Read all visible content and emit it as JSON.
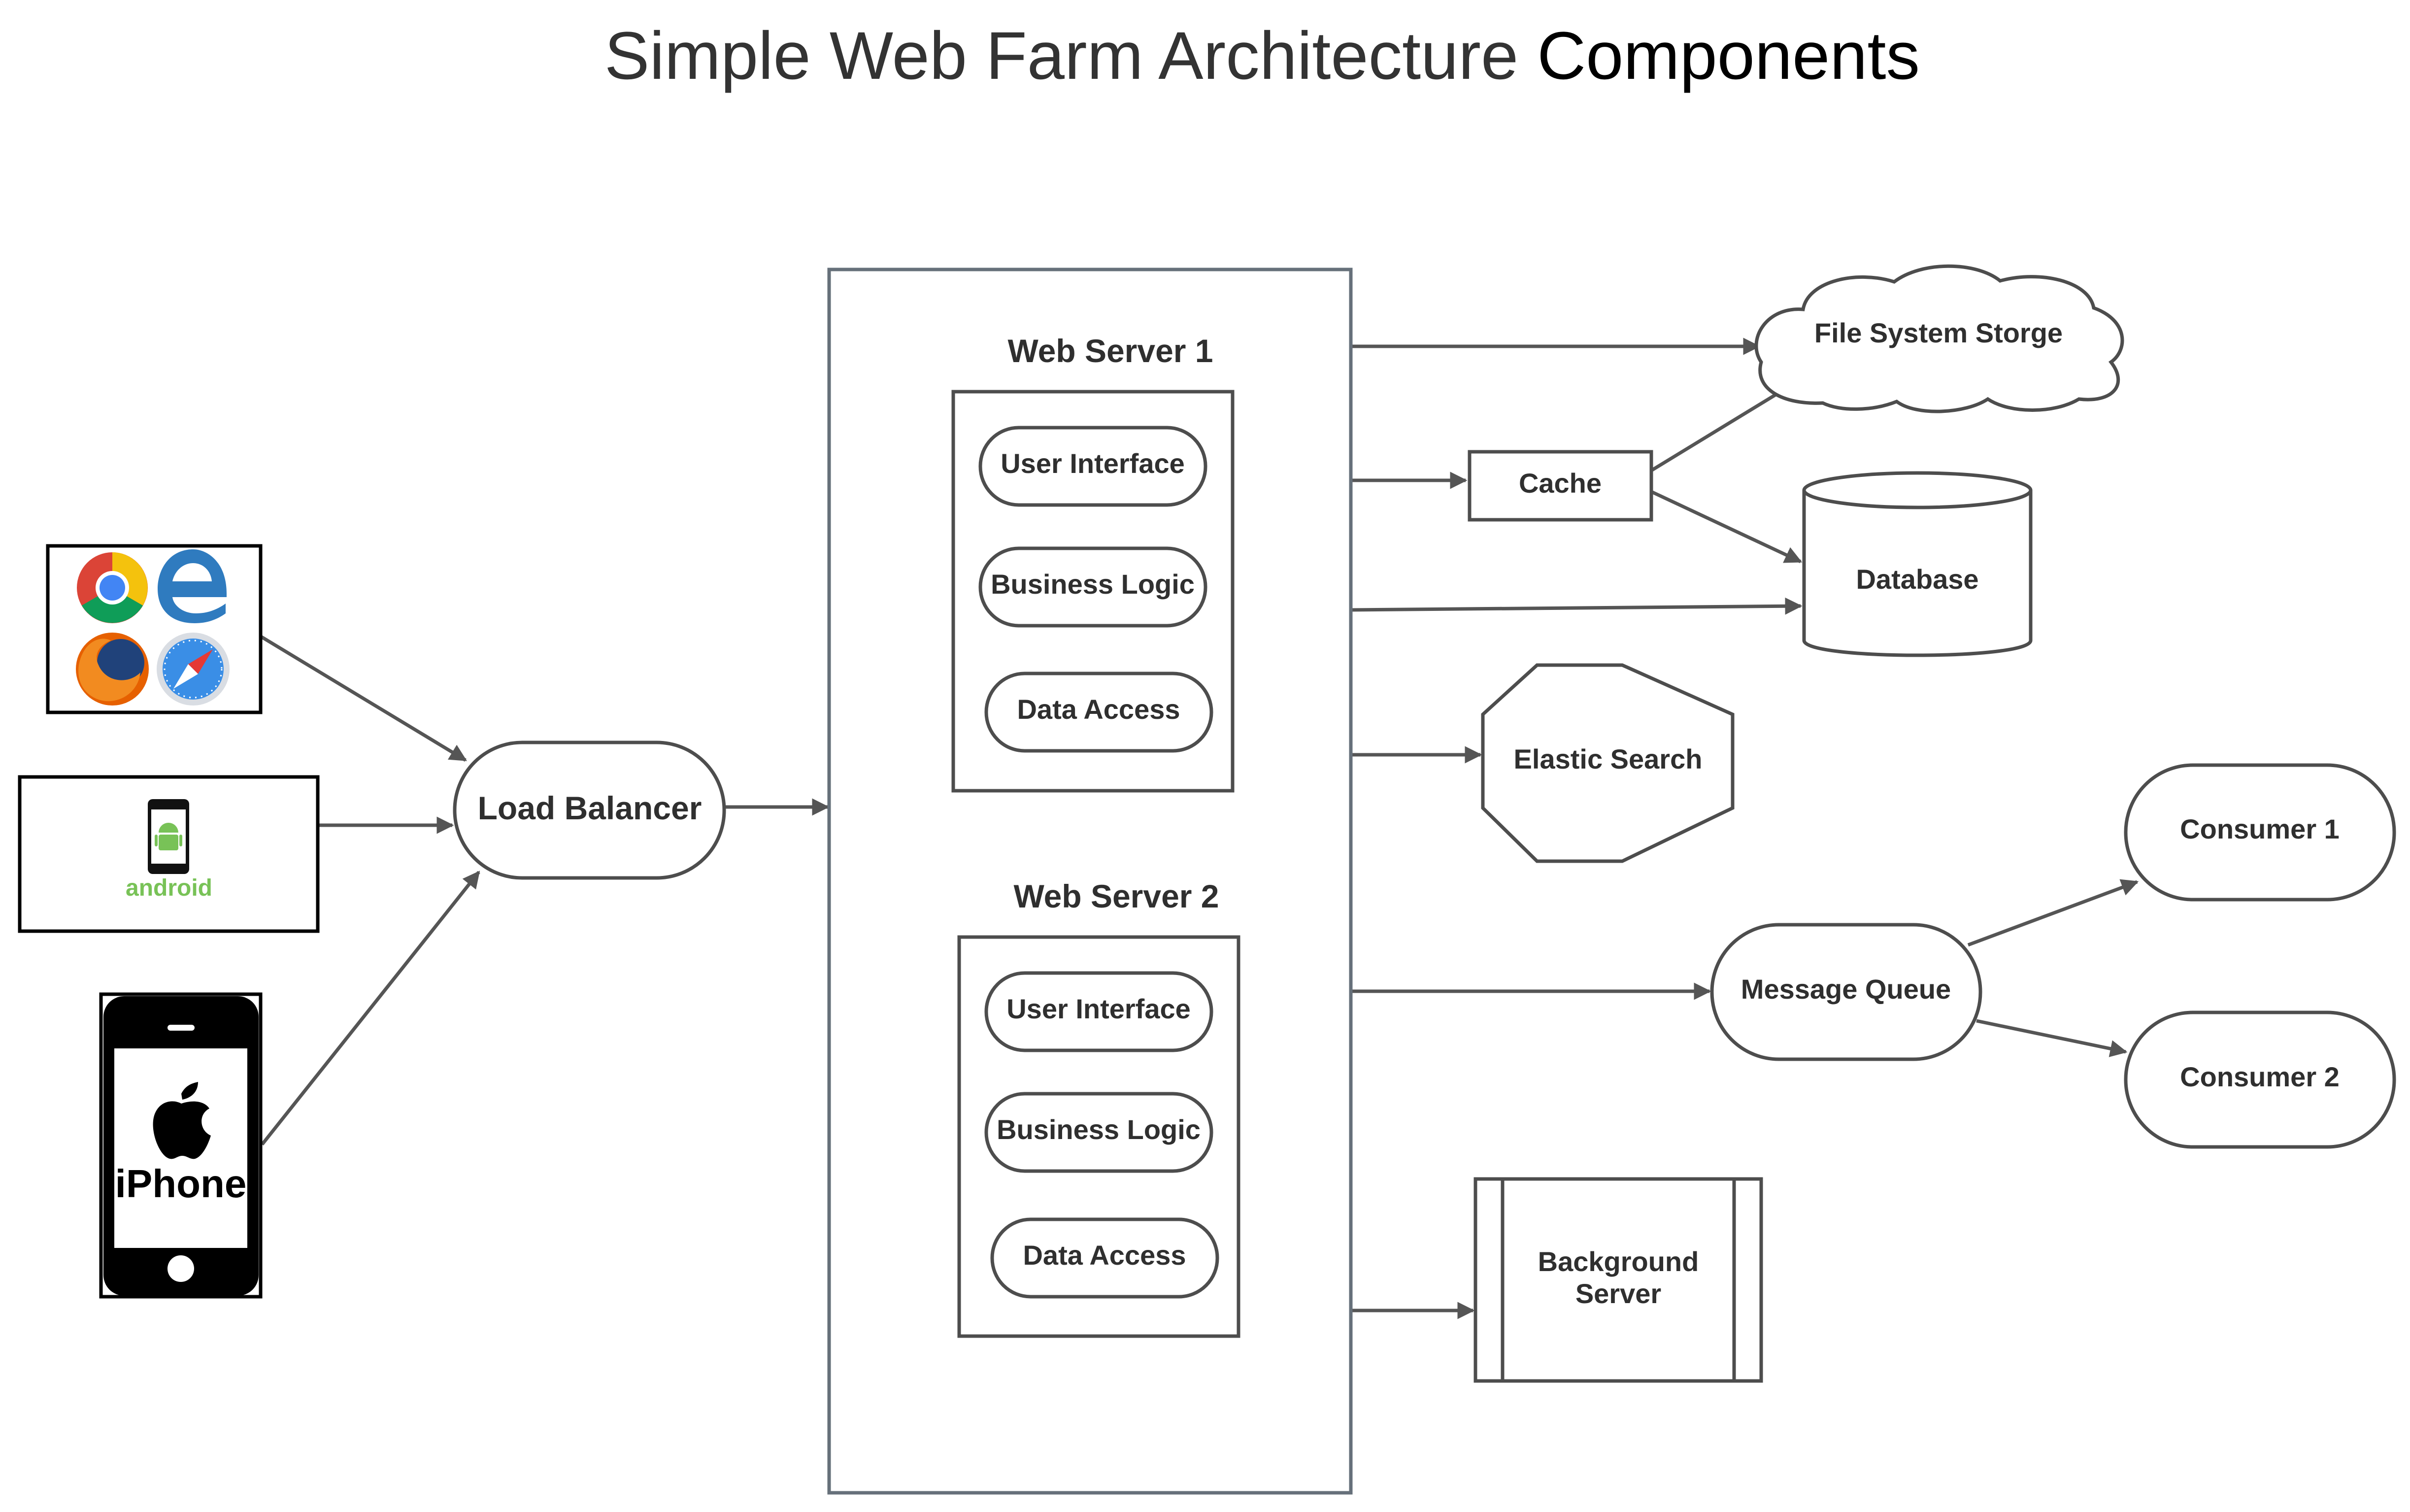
{
  "title": {
    "main": "Simple Web Farm Architecture",
    "emphasis": "Components"
  },
  "colors": {
    "stroke": "#4d4d4d",
    "frame": "#66707a",
    "edge": "#555555",
    "text": "#2f2f2f",
    "android_green": "#78c257"
  },
  "clients": {
    "browsers": {
      "icons": [
        "chrome-icon",
        "edge-icon",
        "firefox-icon",
        "safari-icon"
      ]
    },
    "android": {
      "label": "android"
    },
    "iphone": {
      "label": "iPhone"
    }
  },
  "load_balancer": {
    "label": "Load Balancer"
  },
  "web_servers": [
    {
      "label": "Web Server 1",
      "layers": [
        "User Interface",
        "Business Logic",
        "Data Access"
      ]
    },
    {
      "label": "Web Server 2",
      "layers": [
        "User Interface",
        "Business Logic",
        "Data Access"
      ]
    }
  ],
  "services": {
    "file_storage": "File System Storge",
    "cache": "Cache",
    "database": "Database",
    "elastic_search": "Elastic Search",
    "message_queue": "Message Queue",
    "consumer_1": "Consumer 1",
    "consumer_2": "Consumer 2",
    "background_server": [
      "Background",
      "Server"
    ]
  }
}
